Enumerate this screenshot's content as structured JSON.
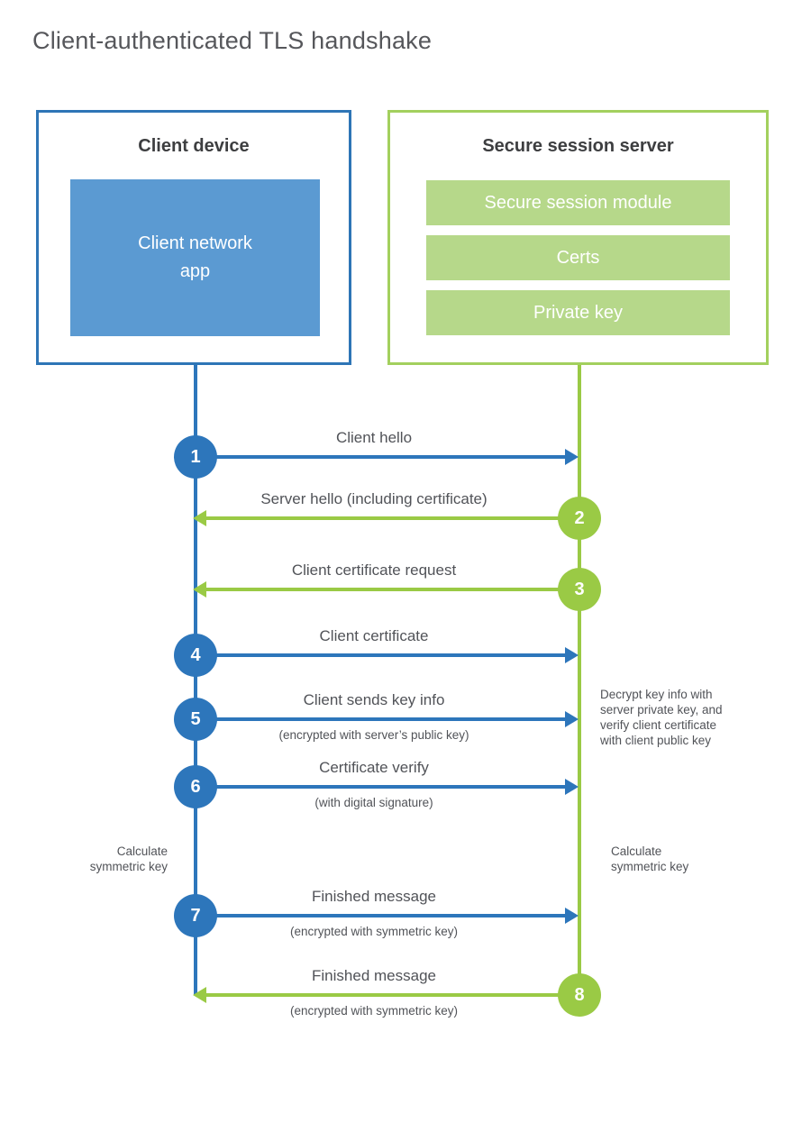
{
  "title": "Client-authenticated TLS handshake",
  "colors": {
    "blue": "#2d76bb",
    "blue_border": "#2e75b6",
    "blue_fill": "#5b9ad2",
    "green": "#9aca45",
    "green_border": "#a3d05e",
    "green_fill": "#b6d88a"
  },
  "client_box": {
    "title": "Client device",
    "app_label": "Client network\napp"
  },
  "server_box": {
    "title": "Secure session server",
    "modules": [
      "Secure session module",
      "Certs",
      "Private key"
    ]
  },
  "messages": [
    {
      "num": "1",
      "label": "Client hello",
      "sub": "",
      "direction": "client-to-server"
    },
    {
      "num": "2",
      "label": "Server hello (including certificate)",
      "sub": "",
      "direction": "server-to-client"
    },
    {
      "num": "3",
      "label": "Client certificate request",
      "sub": "",
      "direction": "server-to-client"
    },
    {
      "num": "4",
      "label": "Client certificate",
      "sub": "",
      "direction": "client-to-server"
    },
    {
      "num": "5",
      "label": "Client sends key info",
      "sub": "(encrypted with server’s public key)",
      "direction": "client-to-server"
    },
    {
      "num": "6",
      "label": "Certificate verify",
      "sub": "(with digital signature)",
      "direction": "client-to-server"
    },
    {
      "num": "7",
      "label": "Finished message",
      "sub": "(encrypted with symmetric key)",
      "direction": "client-to-server"
    },
    {
      "num": "8",
      "label": "Finished message",
      "sub": "(encrypted with symmetric key)",
      "direction": "server-to-client"
    }
  ],
  "annotations": {
    "decrypt_note": "Decrypt key info with\nserver private key, and\nverify client certificate\nwith client public key",
    "calc_left": "Calculate\nsymmetric key",
    "calc_right": "Calculate\nsymmetric key"
  }
}
